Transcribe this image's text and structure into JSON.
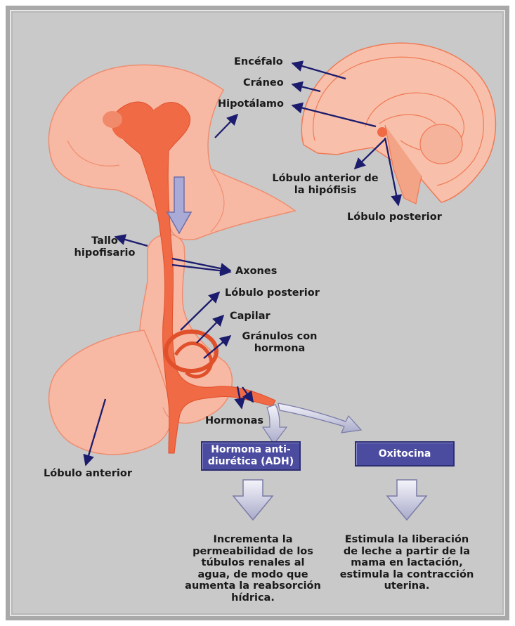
{
  "labels": {
    "encefalo": "Encéfalo",
    "craneo": "Cráneo",
    "hipotalamo": "Hipotálamo",
    "lobulo_anterior_hipofisis_1": "Lóbulo anterior de",
    "lobulo_anterior_hipofisis_2": "la hipófisis",
    "lobulo_posterior_top": "Lóbulo posterior",
    "tallo_1": "Tallo",
    "tallo_2": "hipofisario",
    "axones": "Axones",
    "lobulo_posterior": "Lóbulo posterior",
    "capilar": "Capilar",
    "granulos_1": "Gránulos con",
    "granulos_2": "hormona",
    "hormonas": "Hormonas",
    "lobulo_anterior": "Lóbulo anterior"
  },
  "boxes": {
    "adh_1": "Hormona anti-",
    "adh_2": "diurética (ADH)",
    "oxitocina": "Oxitocina"
  },
  "descriptions": {
    "adh": [
      "Incrementa la",
      "permeabilidad de los",
      "túbulos renales al",
      "agua, de modo que",
      "aumenta la reabsorción",
      "hídrica."
    ],
    "oxitocina": [
      "Estimula la liberación",
      "de leche a partir de la",
      "mama en lactación,",
      "estimula la contracción",
      "uterina."
    ]
  },
  "colors": {
    "background": "#c9c9c9",
    "tissue": "#f8b9a4",
    "nerve": "#ef6a45",
    "arrow": "#1c1c6e",
    "box": "#4b4ca0"
  }
}
